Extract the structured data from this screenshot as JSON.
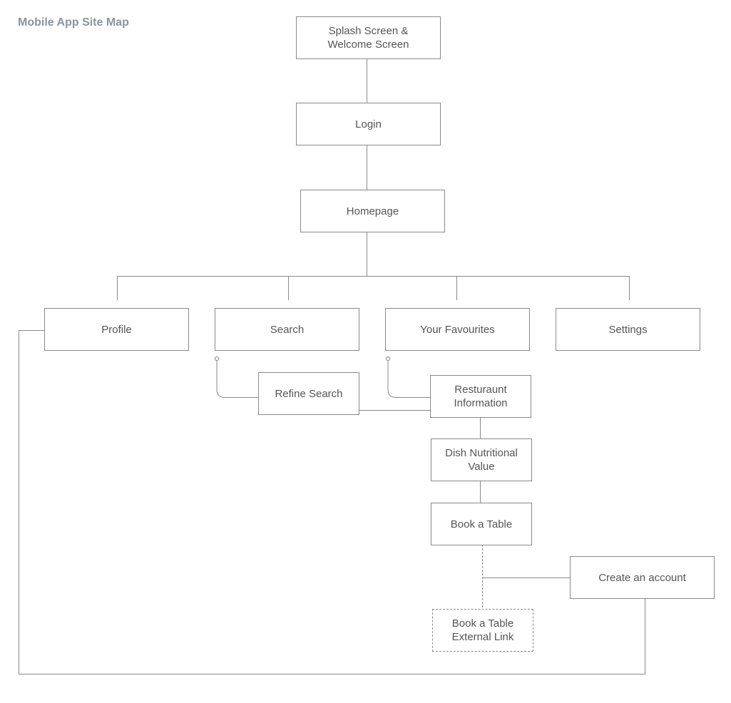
{
  "diagram": {
    "title": "Mobile App Site Map",
    "nodes": {
      "splash": "Splash Screen &\nWelcome Screen",
      "login": "Login",
      "homepage": "Homepage",
      "profile": "Profile",
      "search": "Search",
      "favourites": "Your Favourites",
      "settings": "Settings",
      "refine_search": "Refine Search",
      "restaurant_info": "Resturaunt\nInformation",
      "dish_nutrition": "Dish Nutritional\nValue",
      "book_table": "Book a Table",
      "create_account": "Create an account",
      "book_table_external": "Book a Table\nExternal Link"
    }
  }
}
